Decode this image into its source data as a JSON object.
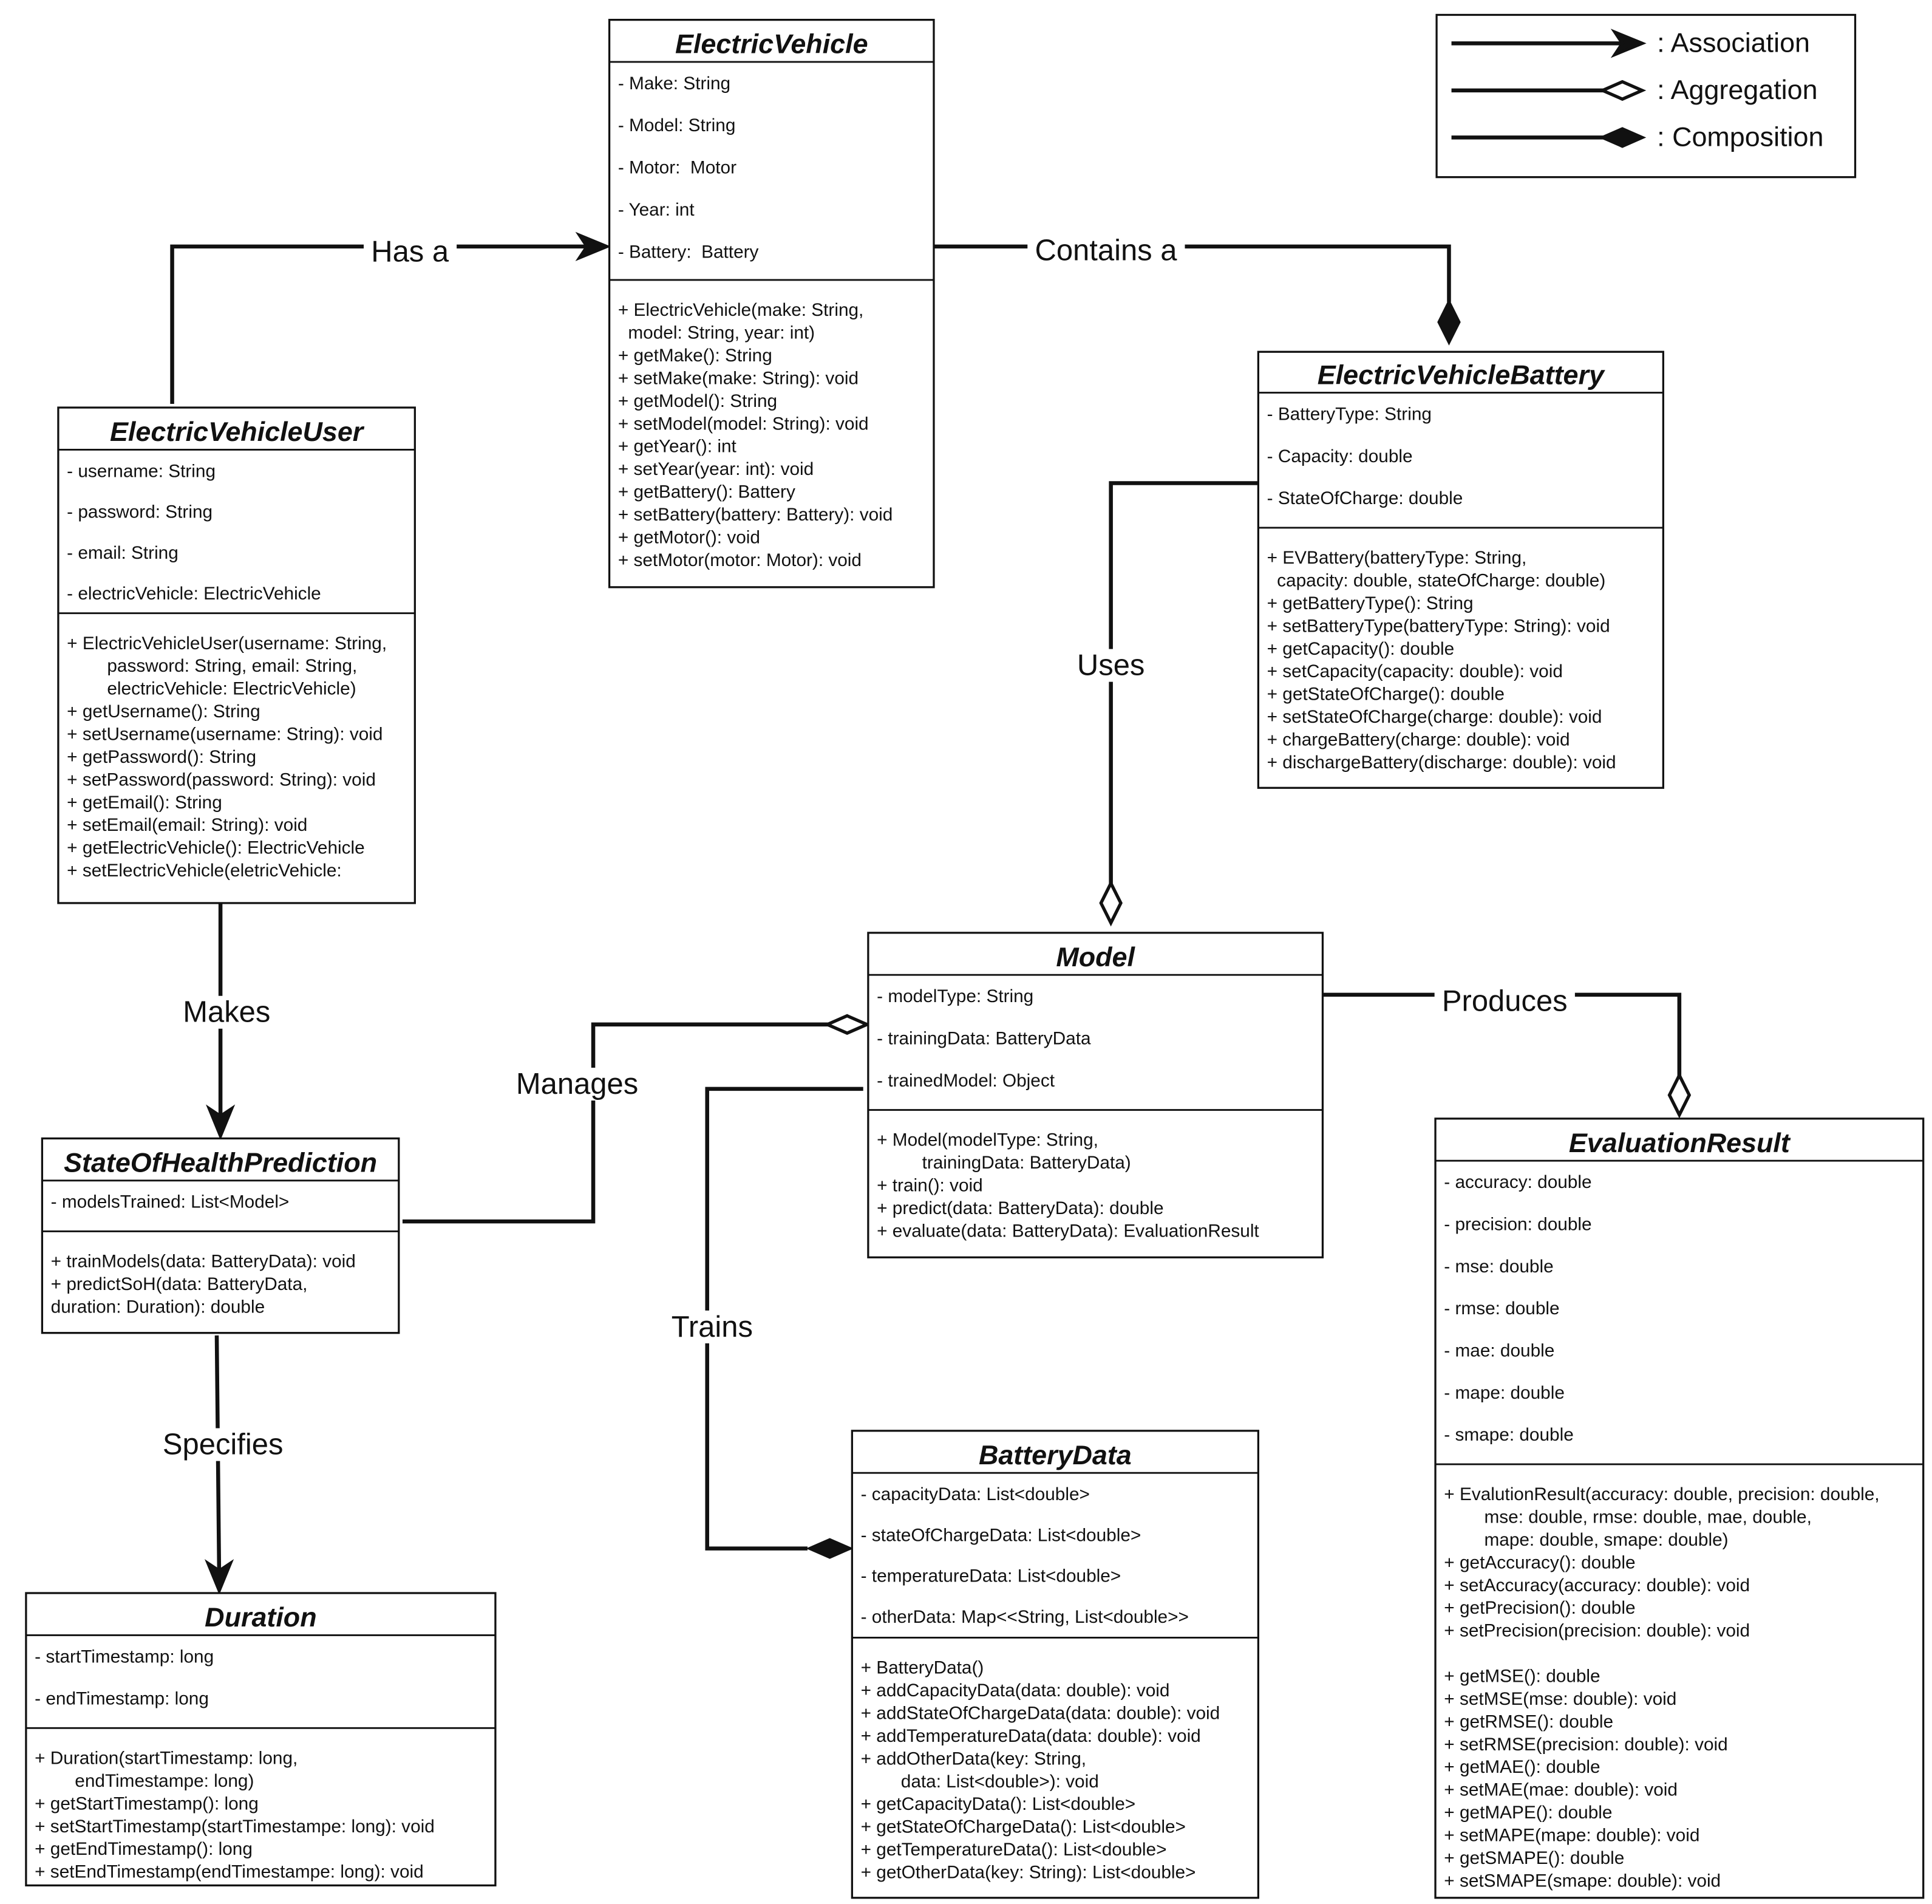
{
  "legend": {
    "items": [
      {
        "label": ": Association",
        "kind": "association"
      },
      {
        "label": ": Aggregation",
        "kind": "aggregation"
      },
      {
        "label": ": Composition",
        "kind": "composition"
      }
    ]
  },
  "classes": [
    {
      "id": "electric-vehicle",
      "name": "ElectricVehicle",
      "attributes": [
        "- Make: String",
        "- Model: String",
        "- Motor:  Motor",
        "- Year: int",
        "- Battery:  Battery"
      ],
      "methods": [
        "+ ElectricVehicle(make: String,",
        "  model: String, year: int)",
        "+ getMake(): String",
        "+ setMake(make: String): void",
        "+ getModel(): String",
        "+ setModel(model: String): void",
        "+ getYear(): int",
        "+ setYear(year: int): void",
        "+ getBattery(): Battery",
        "+ setBattery(battery: Battery): void",
        "+ getMotor(): void",
        "+ setMotor(motor: Motor): void"
      ]
    },
    {
      "id": "electric-vehicle-user",
      "name": "ElectricVehicleUser",
      "attributes": [
        "- username: String",
        "- password: String",
        "- email: String",
        "- electricVehicle: ElectricVehicle"
      ],
      "methods": [
        "+ ElectricVehicleUser(username: String,",
        "        password: String, email: String,",
        "        electricVehicle: ElectricVehicle)",
        "+ getUsername(): String",
        "+ setUsername(username: String): void",
        "+ getPassword(): String",
        "+ setPassword(password: String): void",
        "+ getEmail(): String",
        "+ setEmail(email: String): void",
        "+ getElectricVehicle(): ElectricVehicle",
        "+ setElectricVehicle(eletricVehicle:"
      ]
    },
    {
      "id": "electric-vehicle-battery",
      "name": "ElectricVehicleBattery",
      "attributes": [
        "- BatteryType: String",
        "- Capacity: double",
        "- StateOfCharge: double"
      ],
      "methods": [
        "+ EVBattery(batteryType: String,",
        "  capacity: double, stateOfCharge: double)",
        "+ getBatteryType(): String",
        "+ setBatteryType(batteryType: String): void",
        "+ getCapacity(): double",
        "+ setCapacity(capacity: double): void",
        "+ getStateOfCharge(): double",
        "+ setStateOfCharge(charge: double): void",
        "+ chargeBattery(charge: double): void",
        "+ dischargeBattery(discharge: double): void"
      ]
    },
    {
      "id": "model",
      "name": "Model",
      "attributes": [
        "- modelType: String",
        "- trainingData: BatteryData",
        "- trainedModel: Object"
      ],
      "methods": [
        "+ Model(modelType: String,",
        "         trainingData: BatteryData)",
        "+ train(): void",
        "+ predict(data: BatteryData): double",
        "+ evaluate(data: BatteryData): EvaluationResult"
      ]
    },
    {
      "id": "state-of-health-prediction",
      "name": "StateOfHealthPrediction",
      "attributes": [
        "- modelsTrained: List<Model>"
      ],
      "methods": [
        "+ trainModels(data: BatteryData): void",
        "+ predictSoH(data: BatteryData,",
        "duration: Duration): double"
      ]
    },
    {
      "id": "duration",
      "name": "Duration",
      "attributes": [
        "- startTimestamp: long",
        "- endTimestamp: long"
      ],
      "methods": [
        "+ Duration(startTimestamp: long,",
        "        endTimestampe: long)",
        "+ getStartTimestamp(): long",
        "+ setStartTimestamp(startTimestampe: long): void",
        "+ getEndTimestamp(): long",
        "+ setEndTimestamp(endTimestampe: long): void"
      ]
    },
    {
      "id": "battery-data",
      "name": "BatteryData",
      "attributes": [
        "- capacityData: List<double>",
        "- stateOfChargeData: List<double>",
        "- temperatureData: List<double>",
        "- otherData: Map<<String, List<double>>"
      ],
      "methods": [
        "+ BatteryData()",
        "+ addCapacityData(data: double): void",
        "+ addStateOfChargeData(data: double): void",
        "+ addTemperatureData(data: double): void",
        "+ addOtherData(key: String,",
        "        data: List<double>): void",
        "+ getCapacityData(): List<double>",
        "+ getStateOfChargeData(): List<double>",
        "+ getTemperatureData(): List<double>",
        "+ getOtherData(key: String): List<double>"
      ]
    },
    {
      "id": "evaluation-result",
      "name": "EvaluationResult",
      "attributes": [
        "- accuracy: double",
        "- precision: double",
        "- mse: double",
        "- rmse: double",
        "- mae: double",
        "- mape: double",
        "- smape: double"
      ],
      "methods": [
        "+ EvalutionResult(accuracy: double, precision: double,",
        "        mse: double, rmse: double, mae, double,",
        "        mape: double, smape: double)",
        "+ getAccuracy(): double",
        "+ setAccuracy(accuracy: double): void",
        "+ getPrecision(): double",
        "+ setPrecision(precision: double): void",
        "",
        "+ getMSE(): double",
        "+ setMSE(mse: double): void",
        "+ getRMSE(): double",
        "+ setRMSE(precision: double): void",
        "+ getMAE(): double",
        "+ setMAE(mae: double): void",
        "+ getMAPE(): double",
        "+ setMAPE(mape: double): void",
        "+ getSMAPE(): double",
        "+ setSMAPE(smape: double): void"
      ]
    }
  ],
  "relations": [
    {
      "id": "has-a",
      "label": "Has a",
      "from": "ElectricVehicleUser",
      "to": "ElectricVehicle",
      "kind": "association"
    },
    {
      "id": "contains-a",
      "label": "Contains a",
      "from": "ElectricVehicle",
      "to": "ElectricVehicleBattery",
      "kind": "composition"
    },
    {
      "id": "uses",
      "label": "Uses",
      "from": "ElectricVehicleBattery",
      "to": "Model",
      "kind": "aggregation"
    },
    {
      "id": "makes",
      "label": "Makes",
      "from": "ElectricVehicleUser",
      "to": "StateOfHealthPrediction",
      "kind": "association"
    },
    {
      "id": "manages",
      "label": "Manages",
      "from": "StateOfHealthPrediction",
      "to": "Model",
      "kind": "aggregation"
    },
    {
      "id": "trains",
      "label": "Trains",
      "from": "Model",
      "to": "BatteryData",
      "kind": "composition"
    },
    {
      "id": "produces",
      "label": "Produces",
      "from": "Model",
      "to": "EvaluationResult",
      "kind": "aggregation"
    },
    {
      "id": "specifies",
      "label": "Specifies",
      "from": "StateOfHealthPrediction",
      "to": "Duration",
      "kind": "association"
    }
  ]
}
